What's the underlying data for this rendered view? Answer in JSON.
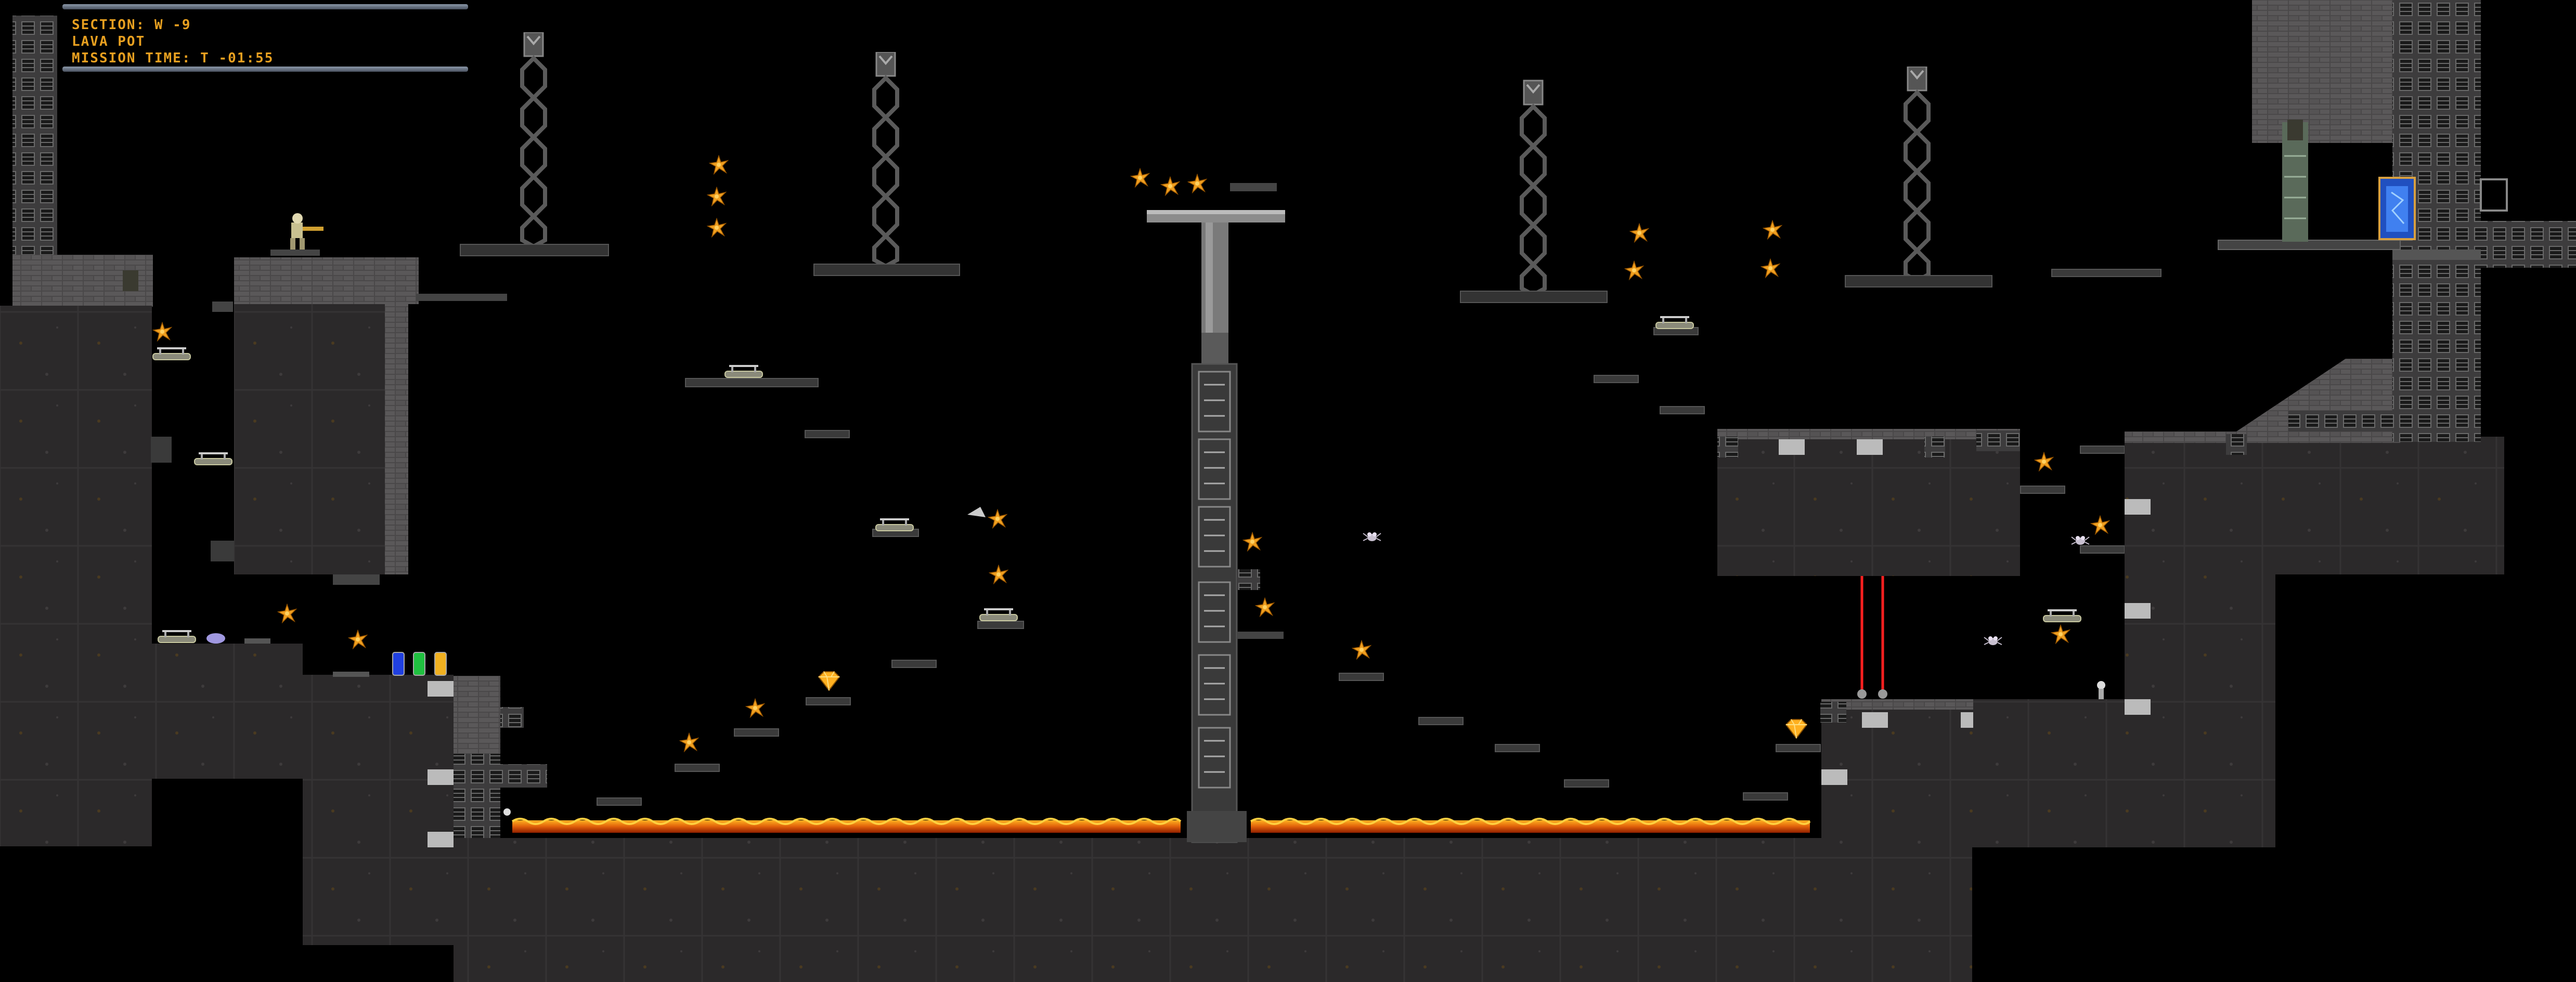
{
  "hud": {
    "section": "SECTION: W -9",
    "level_name": "LAVA POT",
    "mission_time": "MISSION TIME: T -01:55"
  },
  "colors": {
    "background": "#000000",
    "rock": "#2a2829",
    "rock_edge": "#3b393a",
    "metal": "#5a5a5e",
    "lava": "#e0600a",
    "lava_glow": "#ffb020",
    "star": "#f0a020",
    "hud_text": "#e8a020",
    "laser": "#ff2020",
    "gem": "#ffb020",
    "exit_door": "#2050c0"
  },
  "icons": {
    "collectible": "orange-star-icon",
    "gem": "heart-gem-icon",
    "player": "soldier-icon",
    "enemy": "bug-icon",
    "exit": "exit-door-icon",
    "canisters": [
      "blue-canister-icon",
      "green-canister-icon",
      "yellow-canister-icon"
    ]
  }
}
